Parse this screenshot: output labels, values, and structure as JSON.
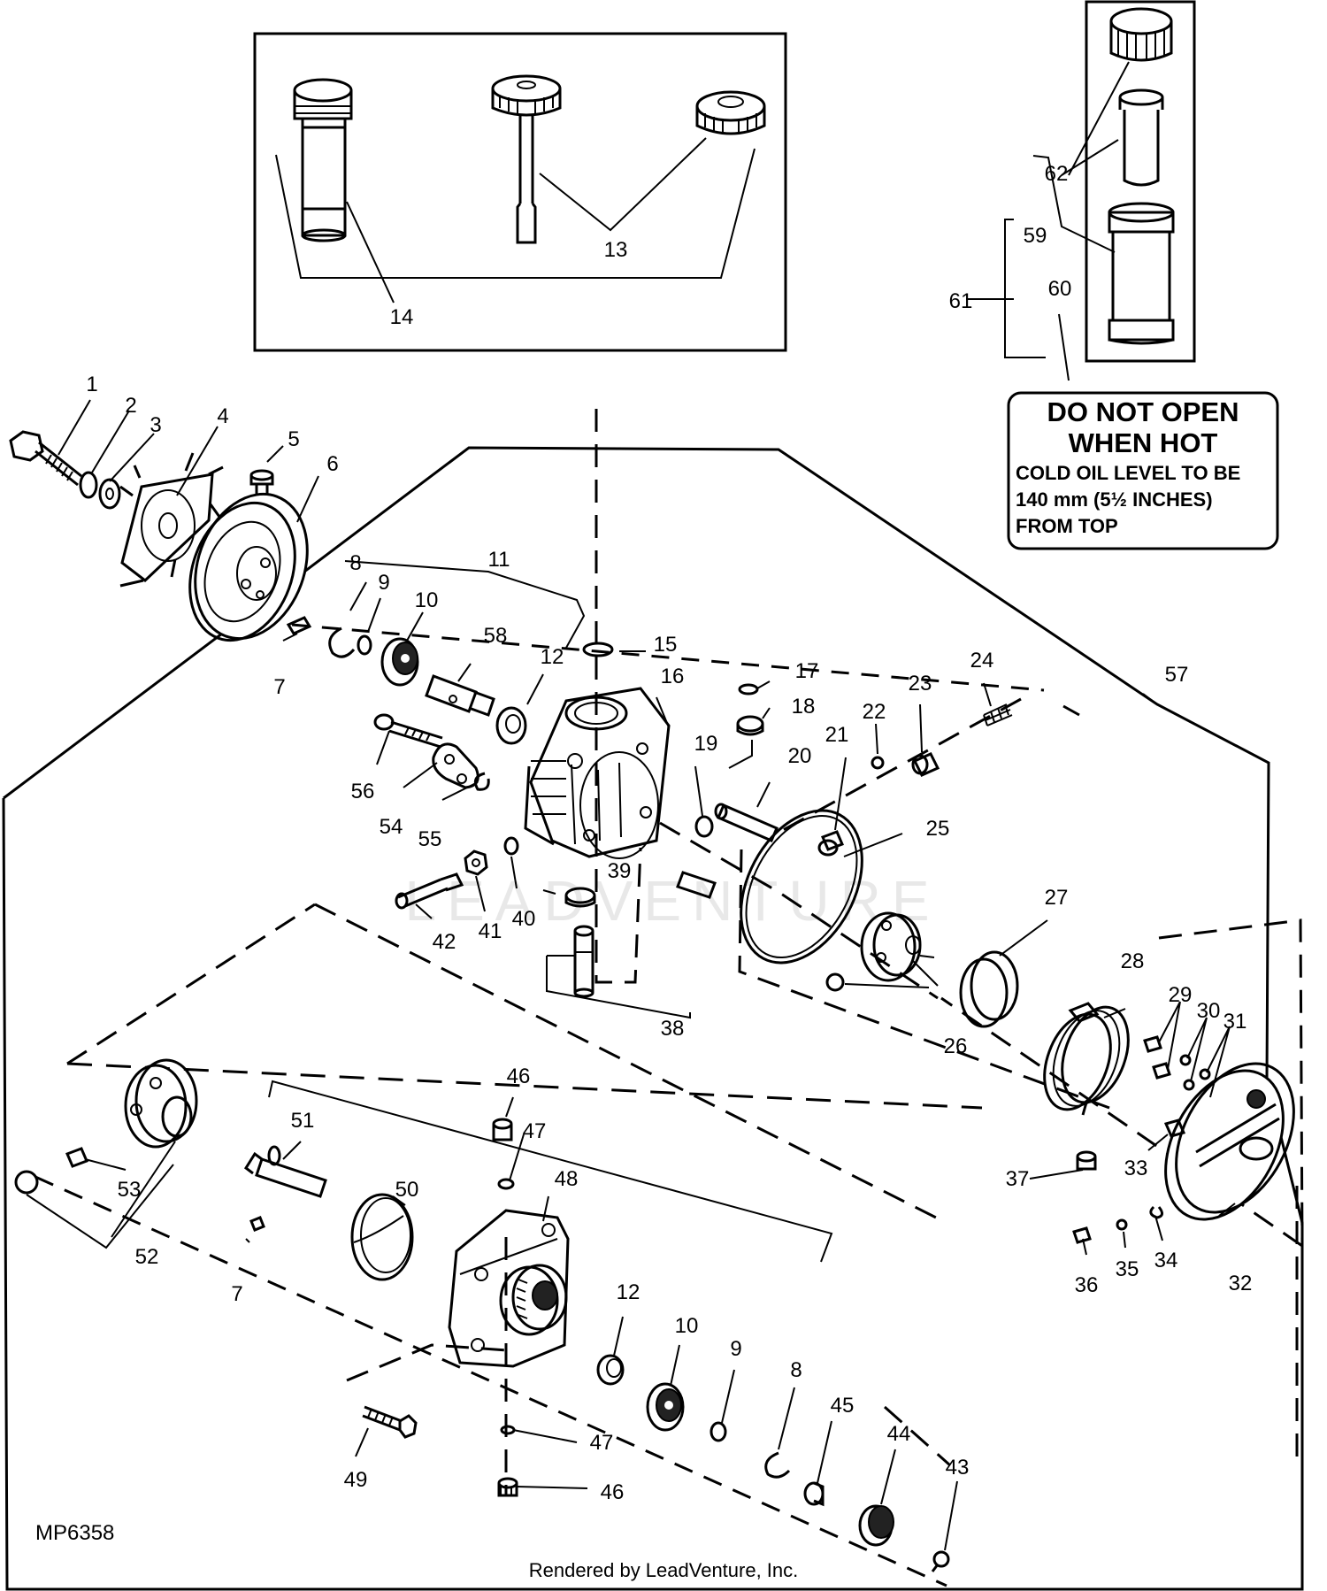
{
  "callouts": [
    "1",
    "2",
    "3",
    "4",
    "5",
    "6",
    "7",
    "8",
    "9",
    "10",
    "11",
    "12",
    "13",
    "14",
    "15",
    "16",
    "17",
    "18",
    "19",
    "20",
    "21",
    "22",
    "23",
    "24",
    "25",
    "26",
    "27",
    "28",
    "29",
    "30",
    "31",
    "32",
    "33",
    "34",
    "35",
    "36",
    "37",
    "38",
    "39",
    "40",
    "41",
    "42",
    "43",
    "44",
    "45",
    "46",
    "47",
    "48",
    "49",
    "50",
    "51",
    "52",
    "53",
    "54",
    "55",
    "56",
    "57",
    "58",
    "59",
    "60",
    "61",
    "62",
    "7",
    "12",
    "10",
    "9",
    "8",
    "46",
    "47"
  ],
  "warning_decal": {
    "line1": "DO NOT OPEN",
    "line2": "WHEN HOT",
    "line3": "COLD OIL LEVEL TO BE",
    "line4": "140 mm (5½ INCHES)",
    "line5": "FROM TOP"
  },
  "figure_id": "MP6358",
  "credit": "Rendered by LeadVenture, Inc.",
  "watermark": "LEADVENTURE"
}
